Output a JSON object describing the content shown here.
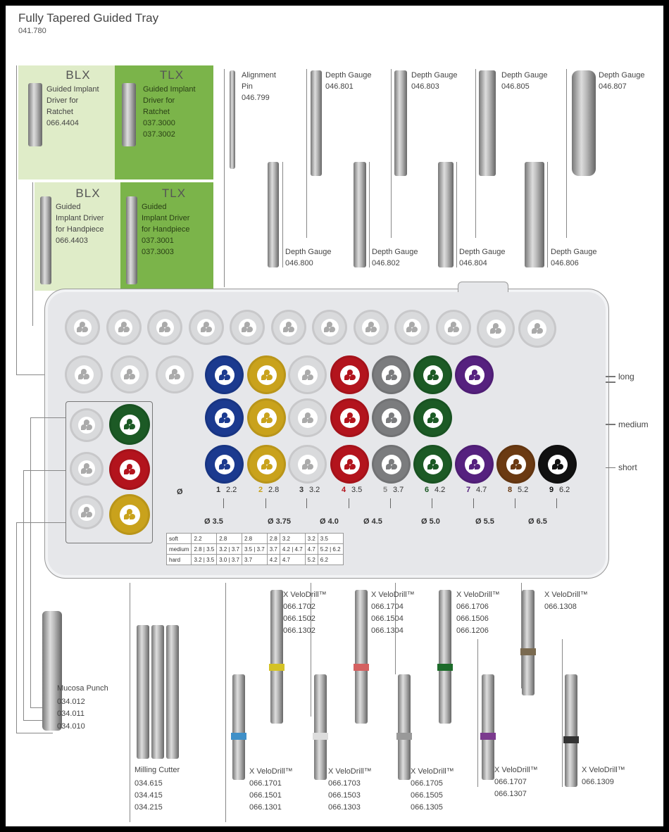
{
  "header": {
    "title": "Fully Tapered Guided Tray",
    "number": "041.780"
  },
  "drivers": [
    {
      "brand": "BLX",
      "lines": [
        "Guided Implant",
        "Driver for",
        "Ratchet",
        "066.4404"
      ]
    },
    {
      "brand": "TLX",
      "lines": [
        "Guided Implant",
        "Driver for",
        "Ratchet",
        "037.3000",
        "037.3002"
      ]
    },
    {
      "brand": "BLX",
      "lines": [
        "Guided",
        "Implant Driver",
        "for Handpiece",
        "066.4403"
      ]
    },
    {
      "brand": "TLX",
      "lines": [
        "Guided",
        "Implant Driver",
        "for Handpiece",
        "037.3001",
        "037.3003"
      ]
    }
  ],
  "top_tools": [
    {
      "name": "Alignment",
      "name2": "Pin",
      "code": "046.799"
    },
    {
      "name": "Depth Gauge",
      "code": "046.801"
    },
    {
      "name": "Depth Gauge",
      "code": "046.803"
    },
    {
      "name": "Depth Gauge",
      "code": "046.805"
    },
    {
      "name": "Depth Gauge",
      "code": "046.807"
    },
    {
      "name": "Depth Gauge",
      "code": "046.800"
    },
    {
      "name": "Depth Gauge",
      "code": "046.802"
    },
    {
      "name": "Depth Gauge",
      "code": "046.804"
    },
    {
      "name": "Depth Gauge",
      "code": "046.806"
    }
  ],
  "lengths": {
    "long": "long",
    "medium": "medium",
    "short": "short"
  },
  "colors": {
    "blue": "#1b3a8f",
    "yellow": "#c9a21c",
    "white": "#d9dadc",
    "red": "#b3141d",
    "gray": "#7b7c7e",
    "green": "#1c5a25",
    "purple": "#56217f",
    "brown": "#6b3a12",
    "black": "#111111"
  },
  "drill_numbers": [
    {
      "n": "1",
      "d": "2.2"
    },
    {
      "n": "2",
      "d": "2.8"
    },
    {
      "n": "3",
      "d": "3.2"
    },
    {
      "n": "4",
      "d": "3.5"
    },
    {
      "n": "5",
      "d": "3.7"
    },
    {
      "n": "6",
      "d": "4.2"
    },
    {
      "n": "7",
      "d": "4.7"
    },
    {
      "n": "8",
      "d": "5.2"
    },
    {
      "n": "9",
      "d": "6.2"
    }
  ],
  "diam_symbol": "Ø",
  "implant_diameters": [
    "Ø 3.5",
    "Ø 3.75",
    "Ø 4.0",
    "Ø 4.5",
    "Ø 5.0",
    "Ø 5.5",
    "Ø 6.5"
  ],
  "protocol": {
    "rows": [
      "soft",
      "medium",
      "hard"
    ],
    "soft": [
      "2.2",
      "2.8",
      "2.8",
      "2.8",
      "3.2",
      "3.2",
      "3.5"
    ],
    "medium": [
      "2.8 | 3.5",
      "3.2 | 3.7",
      "3.5 | 3.7",
      "3.7",
      "4.2 | 4.7",
      "4.7",
      "5.2 | 6.2"
    ],
    "hard": [
      "3.2 | 3.5",
      "3.0 | 3.7",
      "3.7",
      "4.2",
      "4.7",
      "5.2",
      "6.2"
    ]
  },
  "bottom_tools": {
    "mucosa": {
      "name": "Mucosa Punch",
      "codes": [
        "034.012",
        "034.011",
        "034.010"
      ]
    },
    "milling": {
      "name": "Milling Cutter",
      "codes": [
        "034.615",
        "034.415",
        "034.215"
      ]
    },
    "velo_upper": [
      {
        "name": "X VeloDrill™",
        "codes": [
          "066.1702",
          "066.1502",
          "066.1302"
        ]
      },
      {
        "name": "X VeloDrill™",
        "codes": [
          "066.1704",
          "066.1504",
          "066.1304"
        ]
      },
      {
        "name": "X VeloDrill™",
        "codes": [
          "066.1706",
          "066.1506",
          "066.1206"
        ]
      },
      {
        "name": "X VeloDrill™",
        "codes": [
          "066.1308"
        ]
      }
    ],
    "velo_lower": [
      {
        "name": "X VeloDrill™",
        "codes": [
          "066.1701",
          "066.1501",
          "066.1301"
        ]
      },
      {
        "name": "X VeloDrill™",
        "codes": [
          "066.1703",
          "066.1503",
          "066.1303"
        ]
      },
      {
        "name": "X VeloDrill™",
        "codes": [
          "066.1705",
          "066.1505",
          "066.1305"
        ]
      },
      {
        "name": "X VeloDrill™",
        "codes": [
          "066.1707",
          "066.1307"
        ]
      },
      {
        "name": "X VeloDrill™",
        "codes": [
          "066.1309"
        ]
      }
    ]
  }
}
